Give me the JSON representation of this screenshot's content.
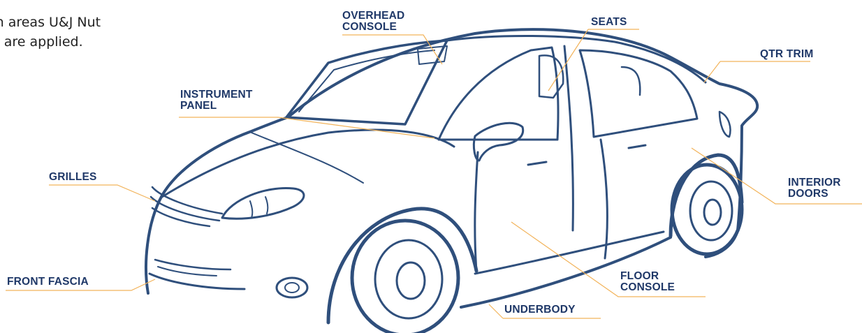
{
  "intro": {
    "line1": "on areas U&J Nut",
    "line2": "rs are applied."
  },
  "colors": {
    "label": "#1f3868",
    "leader": "#f2b35a",
    "car_stroke": "#2f4f7c"
  },
  "labels": {
    "overhead_console": [
      "OVERHEAD",
      "CONSOLE"
    ],
    "seats": [
      "SEATS"
    ],
    "qtr_trim": [
      "QTR TRIM"
    ],
    "instrument_panel": [
      "INSTRUMENT",
      "PANEL"
    ],
    "grilles": [
      "GRILLES"
    ],
    "interior_doors": [
      "INTERIOR",
      "DOORS"
    ],
    "front_fascia": [
      "FRONT FASCIA"
    ],
    "floor_console": [
      "FLOOR",
      "CONSOLE"
    ],
    "underbody": [
      "UNDERBODY"
    ]
  }
}
